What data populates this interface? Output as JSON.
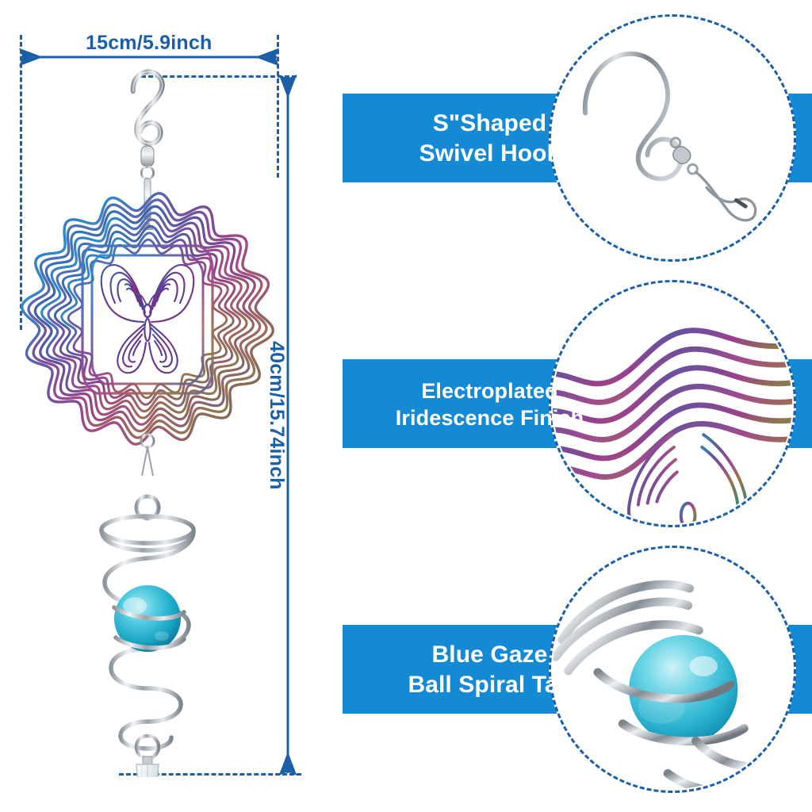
{
  "colors": {
    "banner_blue": "#1489d4",
    "dimension_blue": "#1a5fa8",
    "banner_text": "#ffffff",
    "ball_blue": "#3fc0d8",
    "metal_silver": "#b9bec4"
  },
  "dimensions": {
    "width_label": "15cm/5.9inch",
    "height_label": "40cm/15.74inch"
  },
  "product": {
    "name": "butterfly-wind-spinner",
    "parts": {
      "hook": "s-shaped-swivel-hook",
      "spinner": "iridescent-butterfly-spinner-disc",
      "tail": "spiral-tail-with-blue-ball",
      "crystal": "crystal-prism-drop"
    }
  },
  "features": [
    {
      "id": "swivel-hook",
      "line1": "S\"Shaped",
      "line2": "Swivel Hook",
      "icon": "s-hook-icon",
      "size": "normal"
    },
    {
      "id": "iridescence-finish",
      "line1": "Electroplated",
      "line2": "Iridescence Finish",
      "icon": "iridescent-waves-icon",
      "size": "small"
    },
    {
      "id": "ball-spiral-tail",
      "line1": "Blue Gaze",
      "line2": "Ball Spiral Tail",
      "icon": "blue-ball-spiral-icon",
      "size": "normal"
    }
  ]
}
